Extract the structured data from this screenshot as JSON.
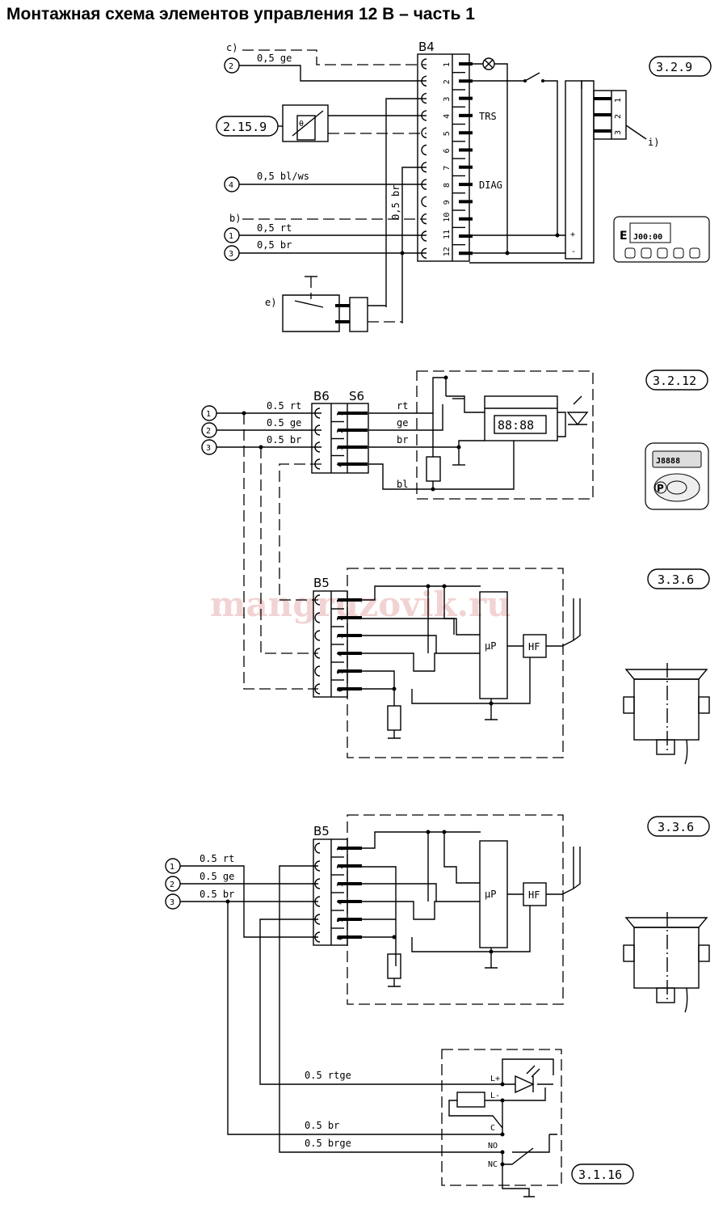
{
  "title": "Монтажная схема элементов управления 12 В – часть 1",
  "watermark": "mangruzovik.ru",
  "section1": {
    "connector": "B4",
    "ref": "3.2.9",
    "ref_sensor": "2.15.9",
    "pins": [
      "1",
      "2",
      "3",
      "4",
      "5",
      "6",
      "7",
      "8",
      "9",
      "10",
      "11",
      "12"
    ],
    "label_trs": "TRS",
    "label_diag": "DIAG",
    "inputs": [
      {
        "marker": "c)",
        "wire": ""
      },
      {
        "marker": "2",
        "wire": "0,5 ge"
      },
      {
        "marker": "4",
        "wire": "0,5 bl/ws"
      },
      {
        "marker": "b)",
        "wire": ""
      },
      {
        "marker": "1",
        "wire": "0,5 rt"
      },
      {
        "marker": "3",
        "wire": "0,5 br"
      }
    ],
    "vertical_wire": "0,5 br",
    "switch_label": "e)",
    "i_label": "i)",
    "aux_pins": [
      "1",
      "2",
      "3"
    ],
    "plus": "+",
    "minus": "-",
    "display_text": "J00:00"
  },
  "section2": {
    "connectors": [
      "B6",
      "S6"
    ],
    "ref": "3.2.12",
    "pins": [
      "1",
      "2",
      "3",
      "4"
    ],
    "inputs": [
      {
        "marker": "1",
        "wire": "0.5 rt"
      },
      {
        "marker": "2",
        "wire": "0.5 ge"
      },
      {
        "marker": "3",
        "wire": "0.5 br"
      }
    ],
    "right_labels": [
      "rt",
      "ge",
      "br",
      "bl"
    ],
    "display_digits": "88:88",
    "keypad_button": "P"
  },
  "section3": {
    "connector": "B5",
    "ref": "3.3.6",
    "pins": [
      "1",
      "2",
      "3",
      "4",
      "5",
      "6"
    ],
    "mcu": "μP",
    "hf": "HF"
  },
  "section4": {
    "connector": "B5",
    "ref": "3.3.6",
    "pins": [
      "1",
      "2",
      "3",
      "4",
      "5",
      "6"
    ],
    "mcu": "μP",
    "hf": "HF",
    "inputs": [
      {
        "marker": "1",
        "wire": "0.5 rt"
      },
      {
        "marker": "2",
        "wire": "0.5 ge"
      },
      {
        "marker": "3",
        "wire": "0.5 br"
      }
    ],
    "lower_wires": [
      "0.5 rtge",
      "0.5 br",
      "0.5 brge"
    ],
    "relay_ref": "3.1.16",
    "relay_pins": [
      "L+",
      "L-",
      "C",
      "NO",
      "NC"
    ]
  }
}
